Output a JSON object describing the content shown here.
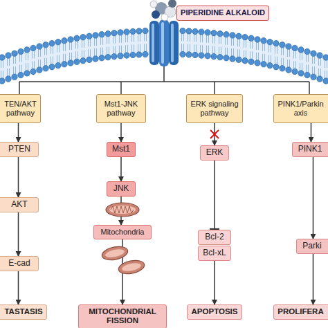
{
  "diagram": {
    "nodes": [
      {
        "text": [
          "PIPERIDINE ALKALOID"
        ]
      },
      {
        "text": [
          "TEN/AKT pathway"
        ]
      },
      {
        "text": [
          "PTEN"
        ]
      },
      {
        "text": [
          "AKT"
        ]
      },
      {
        "text": [
          "E-cad"
        ]
      },
      {
        "text": [
          "TASTASIS"
        ]
      },
      {
        "text": [
          "Mst1-JNK pathway"
        ]
      },
      {
        "text": [
          "Mst1"
        ]
      },
      {
        "text": [
          "JNK"
        ]
      },
      {
        "text": [
          "Mitochondria"
        ]
      },
      {
        "text": [
          "MITOCHONDRIAL FISSION"
        ]
      },
      {
        "text": [
          "ERK signaling pathway"
        ]
      },
      {
        "text": [
          "ERK"
        ]
      },
      {
        "text": [
          "Bcl-2"
        ]
      },
      {
        "text": [
          "Bcl-xL"
        ]
      },
      {
        "text": [
          "APOPTOSIS"
        ]
      },
      {
        "text": [
          "PINK1/Parkin axis"
        ]
      },
      {
        "text": [
          "PINK1"
        ]
      },
      {
        "text": [
          "Parki"
        ]
      },
      {
        "text": [
          "PROLIFERA"
        ]
      }
    ],
    "edges": [
      {
        "from": 1,
        "to": 2,
        "arrow": "to"
      },
      {
        "from": 2,
        "to": 3,
        "arrow": "to"
      },
      {
        "from": 3,
        "to": 4,
        "arrow": "to"
      },
      {
        "from": 4,
        "to": 5,
        "arrow": "to"
      },
      {
        "from": 6,
        "to": 7,
        "arrow": "to"
      },
      {
        "from": 7,
        "to": 8,
        "arrow": "to"
      },
      {
        "from": 8,
        "to": 9,
        "arrow": "to"
      },
      {
        "from": 9,
        "to": 10,
        "arrow": "to"
      },
      {
        "from": 11,
        "to": 12,
        "arrow": "to"
      },
      {
        "from": 12,
        "to": 13,
        "arrow": "to"
      },
      {
        "from": 14,
        "to": 15,
        "arrow": "to"
      },
      {
        "from": 16,
        "to": 17,
        "arrow": "to"
      },
      {
        "from": 17,
        "to": 18,
        "arrow": "to"
      },
      {
        "from": 18,
        "to": 19,
        "arrow": "to"
      }
    ]
  }
}
